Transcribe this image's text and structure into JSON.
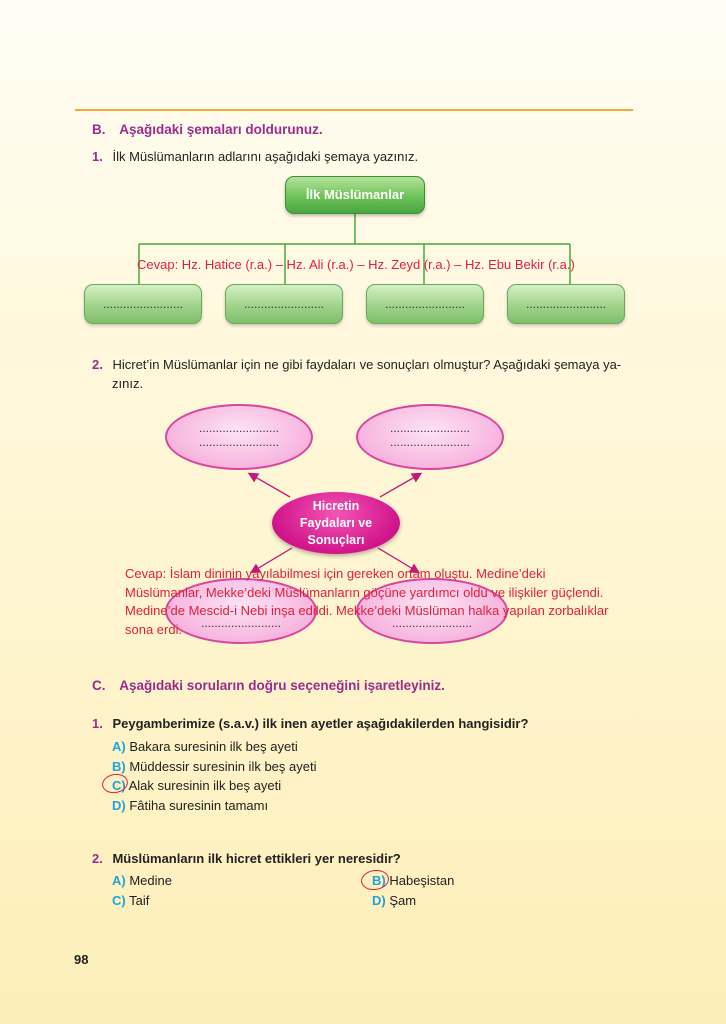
{
  "sectionB": {
    "letter": "B.",
    "heading": "Aşağıdaki şemaları doldurunuz.",
    "q1": {
      "number": "1.",
      "text": "İlk Müslümanların adlarını aşağıdaki şemaya yazınız.",
      "root": "İlk Müslümanlar",
      "answer": "Cevap: Hz. Hatice (r.a.) – Hz. Ali (r.a.) – Hz. Zeyd (r.a.) – Hz. Ebu Bekir (r.a.)",
      "blank": "........................"
    },
    "q2": {
      "number": "2.",
      "text_line1": "Hicret’in Müslümanlar için ne gibi faydaları ve sonuçları olmuştur? Aşağıdaki şemaya ya-",
      "text_line2": "zınız.",
      "center_line1": "Hicretin",
      "center_line2": "Faydaları ve",
      "center_line3": "Sonuçları",
      "blank": "........................",
      "answer_line1": "Cevap: İslam dininin yayılabilmesi için gereken ortam oluştu. Medine’deki",
      "answer_line2": "Müslümanlar, Mekke’deki Müslümanların göçüne yardımcı oldu ve ilişkiler güçlendi.",
      "answer_line3": "Medine’de Mescid-i Nebi inşa edildi. Mekke’deki Müslüman halka yapılan zorbalıklar",
      "answer_line4": "sona erdi."
    }
  },
  "sectionC": {
    "letter": "C.",
    "heading": "Aşağıdaki soruların doğru seçeneğini işaretleyiniz.",
    "q1": {
      "number": "1.",
      "text": "Peygamberimize (s.a.v.) ilk inen ayetler aşağıdakilerden hangisidir?",
      "options": [
        {
          "letter": "A)",
          "text": "Bakara suresinin ilk beş ayeti"
        },
        {
          "letter": "B)",
          "text": "Müddessir suresinin ilk beş ayeti"
        },
        {
          "letter": "C)",
          "text": "Alak suresinin ilk beş ayeti"
        },
        {
          "letter": "D)",
          "text": "Fâtiha suresinin tamamı"
        }
      ],
      "marked": "C"
    },
    "q2": {
      "number": "2.",
      "text": "Müslümanların ilk hicret ettikleri yer neresidir?",
      "options": [
        {
          "letter": "A)",
          "text": "Medine"
        },
        {
          "letter": "B)",
          "text": "Habeşistan"
        },
        {
          "letter": "C)",
          "text": "Taif"
        },
        {
          "letter": "D)",
          "text": "Şam"
        }
      ],
      "marked": "B"
    }
  },
  "page_number": "98",
  "colors": {
    "heading": "#9b2c8e",
    "answer": "#e0213a",
    "option_letter": "#1fa3d8",
    "green_box": "#6fc25a",
    "pink_ellipse": "#f7b5df",
    "magenta_center": "#d2148a",
    "rule": "#f0a840"
  }
}
